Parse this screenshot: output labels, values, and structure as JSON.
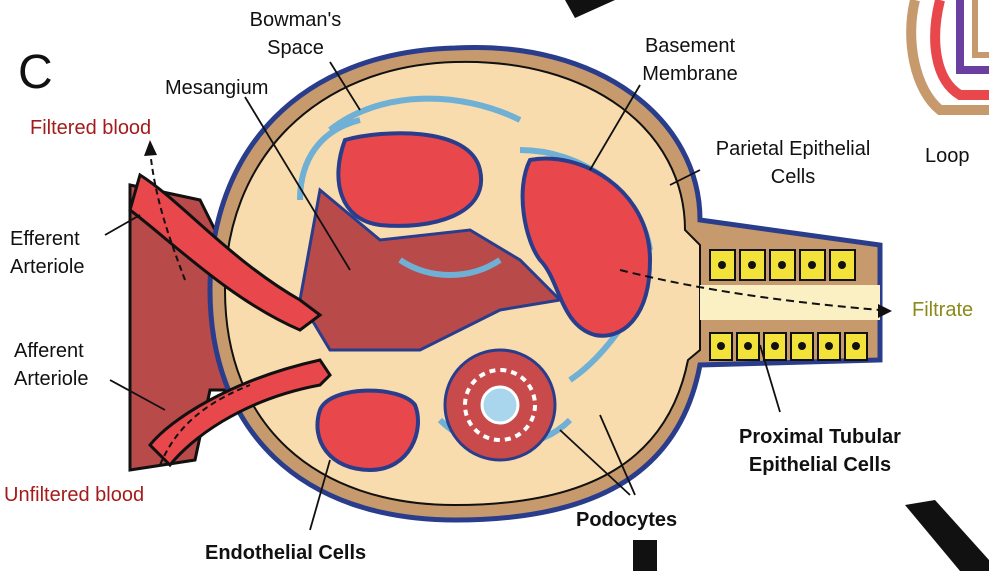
{
  "figure": {
    "panel_letter": "C",
    "labels": {
      "bowmans_space": "Bowman's Space",
      "mesangium": "Mesangium",
      "basement_membrane": "Basement Membrane",
      "parietal_epithelial_cells": "Parietal Epithelial Cells",
      "filtered_blood": "Filtered blood",
      "efferent_arteriole": "Efferent Arteriole",
      "afferent_arteriole": "Afferent Arteriole",
      "unfiltered_blood": "Unfiltered blood",
      "filtrate": "Filtrate",
      "proximal_tubular_epithelial_cells": "Proximal Tubular Epithelial Cells",
      "podocytes": "Podocytes",
      "endothelial_cells": "Endothelial Cells",
      "loop": "Loop"
    },
    "colors": {
      "blood": "#e8484c",
      "blood_dark": "#b84a4a",
      "capsule_fill": "#f8dcae",
      "capsule_wall": "#c79a6d",
      "basement_membrane": "#2a3d8c",
      "podocyte": "#a9d6ec",
      "tubule_cell": "#f3e23a",
      "filtered_label": "#a51b1b",
      "filtrate_label": "#8c8a1c"
    }
  }
}
